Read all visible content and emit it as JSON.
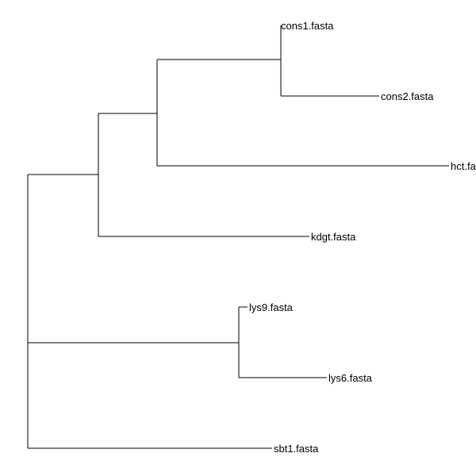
{
  "tree": {
    "line_color": "#000000",
    "leaves": [
      {
        "label": "cons1.fasta"
      },
      {
        "label": "cons2.fasta"
      },
      {
        "label": "hct.fasta"
      },
      {
        "label": "kdgt.fasta"
      },
      {
        "label": "lys9.fasta"
      },
      {
        "label": "lys6.fasta"
      },
      {
        "label": "sbt1.fasta"
      }
    ]
  }
}
